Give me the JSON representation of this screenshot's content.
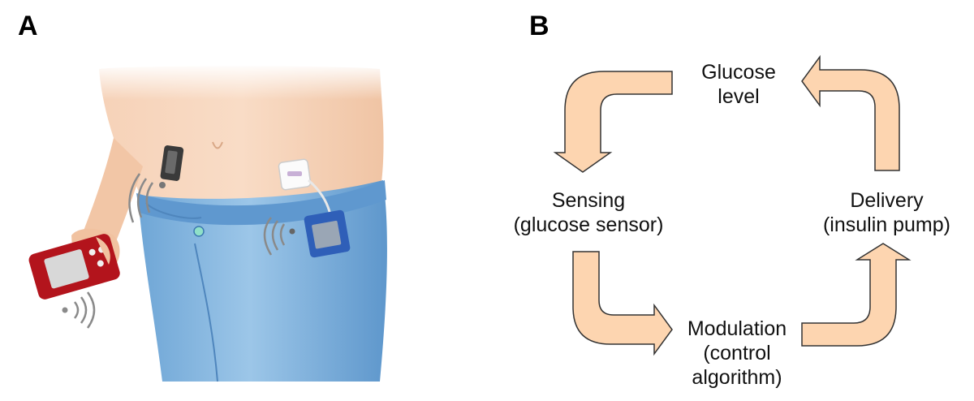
{
  "panels": {
    "a": {
      "label": "A"
    },
    "b": {
      "label": "B"
    }
  },
  "cycle": {
    "glucose": {
      "line1": "Glucose",
      "line2": "level"
    },
    "sensing": {
      "line1": "Sensing",
      "line2": "(glucose sensor)"
    },
    "delivery": {
      "line1": "Delivery",
      "line2": "(insulin pump)"
    },
    "modulation": {
      "line1": "Modulation",
      "line2": "(control",
      "line3": "algorithm)"
    }
  },
  "colors": {
    "arrow_fill": "#fdd5b0",
    "arrow_stroke": "#333333",
    "jeans": "#7fb3dc",
    "skin": "#f4c8a8",
    "device_red": "#b3141c",
    "pump_blue": "#2f5fb8"
  }
}
